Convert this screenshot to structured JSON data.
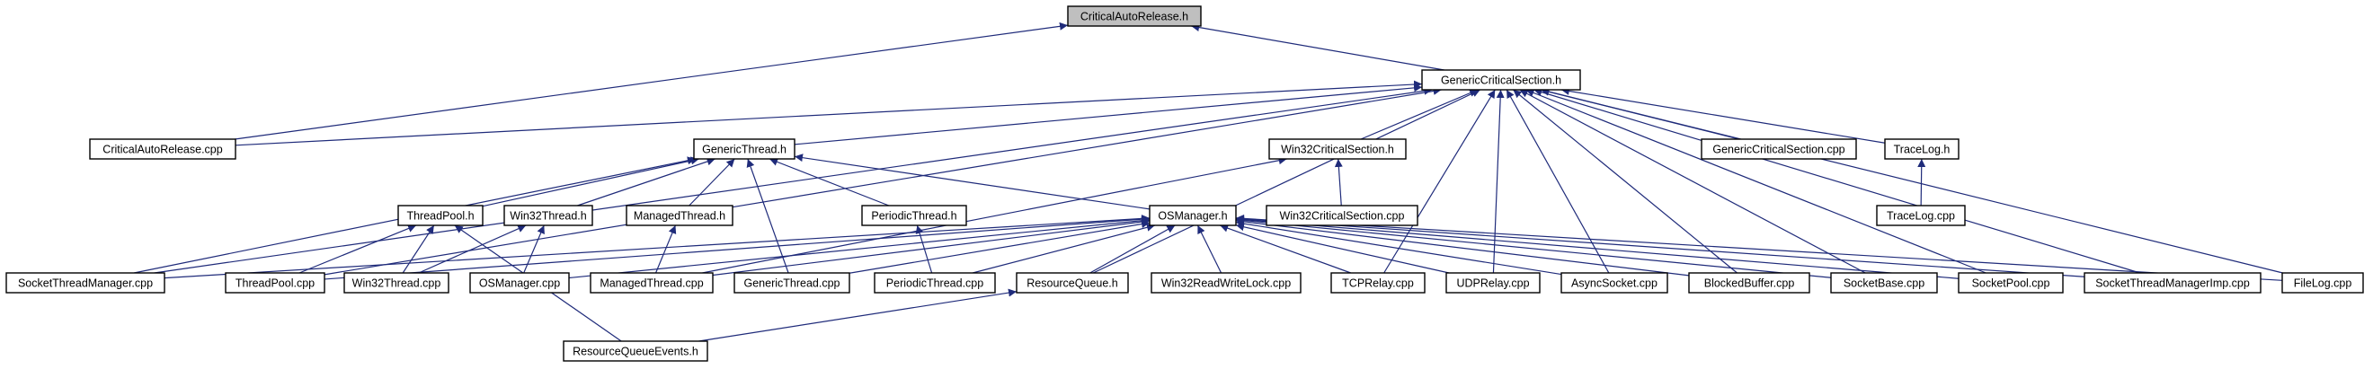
{
  "nodes": {
    "critical_auto_release_h": "CriticalAutoRelease.h",
    "generic_critical_section_h": "GenericCriticalSection.h",
    "critical_auto_release_cpp": "CriticalAutoRelease.cpp",
    "generic_thread_h": "GenericThread.h",
    "win32_critical_section_h": "Win32CriticalSection.h",
    "generic_critical_section_cpp": "GenericCriticalSection.cpp",
    "trace_log_h": "TraceLog.h",
    "trace_log_cpp": "TraceLog.cpp",
    "thread_pool_h": "ThreadPool.h",
    "win32_thread_h": "Win32Thread.h",
    "managed_thread_h": "ManagedThread.h",
    "periodic_thread_h": "PeriodicThread.h",
    "os_manager_h": "OSManager.h",
    "win32_critical_section_cpp": "Win32CriticalSection.cpp",
    "socket_thread_manager_cpp": "SocketThreadManager.cpp",
    "thread_pool_cpp": "ThreadPool.cpp",
    "win32_thread_cpp": "Win32Thread.cpp",
    "os_manager_cpp": "OSManager.cpp",
    "managed_thread_cpp": "ManagedThread.cpp",
    "generic_thread_cpp": "GenericThread.cpp",
    "periodic_thread_cpp": "PeriodicThread.cpp",
    "resource_queue_h": "ResourceQueue.h",
    "win32_read_write_lock_cpp": "Win32ReadWriteLock.cpp",
    "tcp_relay_cpp": "TCPRelay.cpp",
    "udp_relay_cpp": "UDPRelay.cpp",
    "async_socket_cpp": "AsyncSocket.cpp",
    "blocked_buffer_cpp": "BlockedBuffer.cpp",
    "socket_base_cpp": "SocketBase.cpp",
    "socket_pool_cpp": "SocketPool.cpp",
    "socket_thread_manager_imp_cpp": "SocketThreadManagerImp.cpp",
    "file_log_cpp": "FileLog.cpp",
    "resource_queue_events_h": "ResourceQueueEvents.h"
  },
  "edges": [
    [
      "generic_critical_section_h",
      "critical_auto_release_h"
    ],
    [
      "critical_auto_release_cpp",
      "critical_auto_release_h"
    ],
    [
      "critical_auto_release_cpp",
      "generic_critical_section_h"
    ],
    [
      "generic_thread_h",
      "generic_critical_section_h"
    ],
    [
      "win32_critical_section_h",
      "generic_critical_section_h"
    ],
    [
      "generic_critical_section_cpp",
      "generic_critical_section_h"
    ],
    [
      "trace_log_h",
      "generic_critical_section_h"
    ],
    [
      "socket_thread_manager_cpp",
      "generic_critical_section_h"
    ],
    [
      "thread_pool_cpp",
      "generic_critical_section_h"
    ],
    [
      "resource_queue_h",
      "generic_critical_section_h"
    ],
    [
      "tcp_relay_cpp",
      "generic_critical_section_h"
    ],
    [
      "udp_relay_cpp",
      "generic_critical_section_h"
    ],
    [
      "async_socket_cpp",
      "generic_critical_section_h"
    ],
    [
      "blocked_buffer_cpp",
      "generic_critical_section_h"
    ],
    [
      "socket_base_cpp",
      "generic_critical_section_h"
    ],
    [
      "socket_pool_cpp",
      "generic_critical_section_h"
    ],
    [
      "socket_thread_manager_imp_cpp",
      "generic_critical_section_h"
    ],
    [
      "file_log_cpp",
      "generic_critical_section_h"
    ],
    [
      "thread_pool_h",
      "generic_thread_h"
    ],
    [
      "win32_thread_h",
      "generic_thread_h"
    ],
    [
      "managed_thread_h",
      "generic_thread_h"
    ],
    [
      "periodic_thread_h",
      "generic_thread_h"
    ],
    [
      "os_manager_h",
      "generic_thread_h"
    ],
    [
      "socket_thread_manager_cpp",
      "generic_thread_h"
    ],
    [
      "generic_thread_cpp",
      "generic_thread_h"
    ],
    [
      "win32_critical_section_cpp",
      "win32_critical_section_h"
    ],
    [
      "managed_thread_cpp",
      "win32_critical_section_h"
    ],
    [
      "trace_log_cpp",
      "trace_log_h"
    ],
    [
      "thread_pool_cpp",
      "thread_pool_h"
    ],
    [
      "win32_thread_cpp",
      "thread_pool_h"
    ],
    [
      "resource_queue_events_h",
      "thread_pool_h"
    ],
    [
      "win32_thread_cpp",
      "win32_thread_h"
    ],
    [
      "os_manager_cpp",
      "win32_thread_h"
    ],
    [
      "managed_thread_cpp",
      "managed_thread_h"
    ],
    [
      "periodic_thread_cpp",
      "periodic_thread_h"
    ],
    [
      "socket_thread_manager_cpp",
      "os_manager_h"
    ],
    [
      "thread_pool_cpp",
      "os_manager_h"
    ],
    [
      "os_manager_cpp",
      "os_manager_h"
    ],
    [
      "managed_thread_cpp",
      "os_manager_h"
    ],
    [
      "generic_thread_cpp",
      "os_manager_h"
    ],
    [
      "periodic_thread_cpp",
      "os_manager_h"
    ],
    [
      "resource_queue_h",
      "os_manager_h"
    ],
    [
      "win32_read_write_lock_cpp",
      "os_manager_h"
    ],
    [
      "tcp_relay_cpp",
      "os_manager_h"
    ],
    [
      "udp_relay_cpp",
      "os_manager_h"
    ],
    [
      "async_socket_cpp",
      "os_manager_h"
    ],
    [
      "blocked_buffer_cpp",
      "os_manager_h"
    ],
    [
      "socket_base_cpp",
      "os_manager_h"
    ],
    [
      "socket_pool_cpp",
      "os_manager_h"
    ],
    [
      "socket_thread_manager_imp_cpp",
      "os_manager_h"
    ],
    [
      "file_log_cpp",
      "os_manager_h"
    ],
    [
      "resource_queue_events_h",
      "resource_queue_h"
    ]
  ]
}
